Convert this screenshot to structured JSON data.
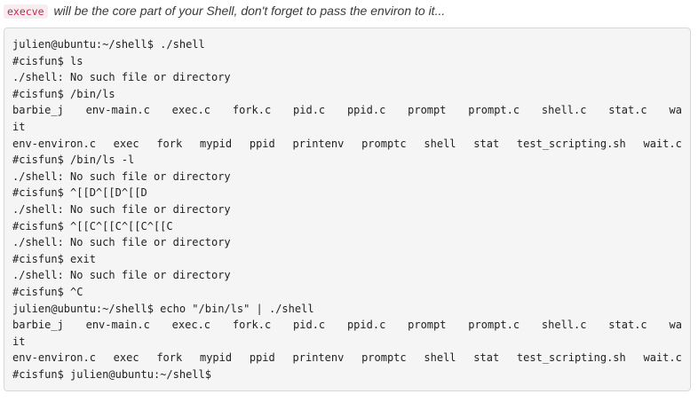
{
  "intro": {
    "code": "execve",
    "text": "will be the core part of your Shell, don't forget to pass the environ to it..."
  },
  "terminal": {
    "lines": [
      {
        "type": "text",
        "text": "julien@ubuntu:~/shell$ ./shell"
      },
      {
        "type": "text",
        "text": "#cisfun$ ls"
      },
      {
        "type": "text",
        "text": "./shell: No such file or directory"
      },
      {
        "type": "text",
        "text": "#cisfun$ /bin/ls"
      },
      {
        "type": "cols",
        "cells": [
          "barbie_j",
          "env-main.c",
          "exec.c",
          "fork.c",
          "pid.c",
          "ppid.c",
          "prompt",
          "prompt.c",
          "shell.c",
          "stat.c",
          "wa"
        ]
      },
      {
        "type": "text",
        "text": "it"
      },
      {
        "type": "cols",
        "cells": [
          "env-environ.c",
          "exec",
          "fork",
          "mypid",
          "ppid",
          "printenv",
          "promptc",
          "shell",
          "stat",
          "test_scripting.sh",
          "wait.c"
        ]
      },
      {
        "type": "text",
        "text": "#cisfun$ /bin/ls -l"
      },
      {
        "type": "text",
        "text": "./shell: No such file or directory"
      },
      {
        "type": "text",
        "text": "#cisfun$ ^[[D^[[D^[[D"
      },
      {
        "type": "text",
        "text": "./shell: No such file or directory"
      },
      {
        "type": "text",
        "text": "#cisfun$ ^[[C^[[C^[[C^[[C"
      },
      {
        "type": "text",
        "text": "./shell: No such file or directory"
      },
      {
        "type": "text",
        "text": "#cisfun$ exit"
      },
      {
        "type": "text",
        "text": "./shell: No such file or directory"
      },
      {
        "type": "text",
        "text": "#cisfun$ ^C"
      },
      {
        "type": "text",
        "text": "julien@ubuntu:~/shell$ echo \"/bin/ls\" | ./shell"
      },
      {
        "type": "cols",
        "cells": [
          "barbie_j",
          "env-main.c",
          "exec.c",
          "fork.c",
          "pid.c",
          "ppid.c",
          "prompt",
          "prompt.c",
          "shell.c",
          "stat.c",
          "wa"
        ]
      },
      {
        "type": "text",
        "text": "it"
      },
      {
        "type": "cols",
        "cells": [
          "env-environ.c",
          "exec",
          "fork",
          "mypid",
          "ppid",
          "printenv",
          "promptc",
          "shell",
          "stat",
          "test_scripting.sh",
          "wait.c"
        ]
      },
      {
        "type": "text",
        "text": "#cisfun$ julien@ubuntu:~/shell$"
      }
    ]
  },
  "colors": {
    "code_text": "#c7254e",
    "code_bg": "#f7ecef",
    "terminal_bg": "#f5f5f5",
    "terminal_border": "#d8d8d8"
  }
}
